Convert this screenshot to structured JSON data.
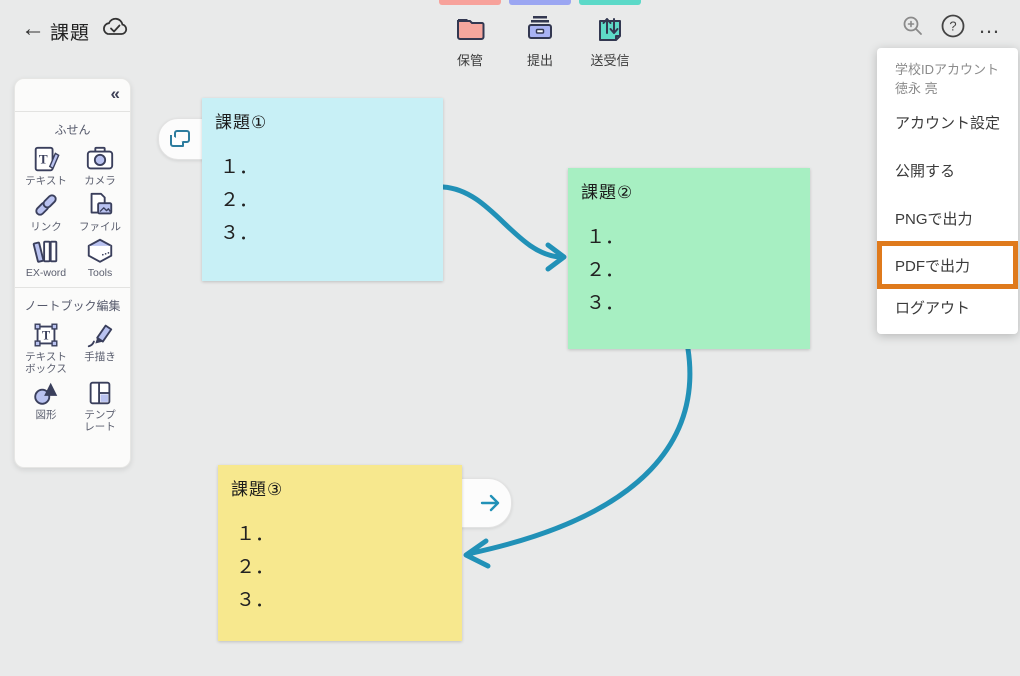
{
  "header": {
    "back_glyph": "←",
    "title": "課題"
  },
  "toolbar": {
    "items": [
      {
        "label": "保管",
        "color": "#F7A29B"
      },
      {
        "label": "提出",
        "color": "#9BA6F2"
      },
      {
        "label": "送受信",
        "color": "#5CD9C8"
      }
    ]
  },
  "topright": {
    "help_glyph": "?",
    "ellipsis_glyph": "…"
  },
  "menu": {
    "account_label": "学校IDアカウント",
    "account_name": "徳永 亮",
    "items": [
      "アカウント設定",
      "公開する",
      "PNGで出力",
      "PDFで出力",
      "ログアウト"
    ],
    "highlight_color": "#DF7A1C"
  },
  "sidebar": {
    "collapse_glyph": "«",
    "section1": {
      "label": "ふせん",
      "tools": [
        "テキスト",
        "カメラ",
        "リンク",
        "ファイル",
        "EX-word",
        "Tools"
      ]
    },
    "section2": {
      "label": "ノートブック編集",
      "tools": [
        "テキスト\nボックス",
        "手描き",
        "図形",
        "テンプ\nレート"
      ]
    }
  },
  "canvas": {
    "arrow_color": "#2191B7",
    "notes": [
      {
        "title": "課題①",
        "lines": [
          "１．",
          "２．",
          "３．"
        ],
        "color": "#C8F0F6"
      },
      {
        "title": "課題②",
        "lines": [
          "１．",
          "２．",
          "３．"
        ],
        "color": "#A7EFC2"
      },
      {
        "title": "課題③",
        "lines": [
          "１．",
          "２．",
          "３．"
        ],
        "color": "#F7E88E"
      }
    ]
  }
}
